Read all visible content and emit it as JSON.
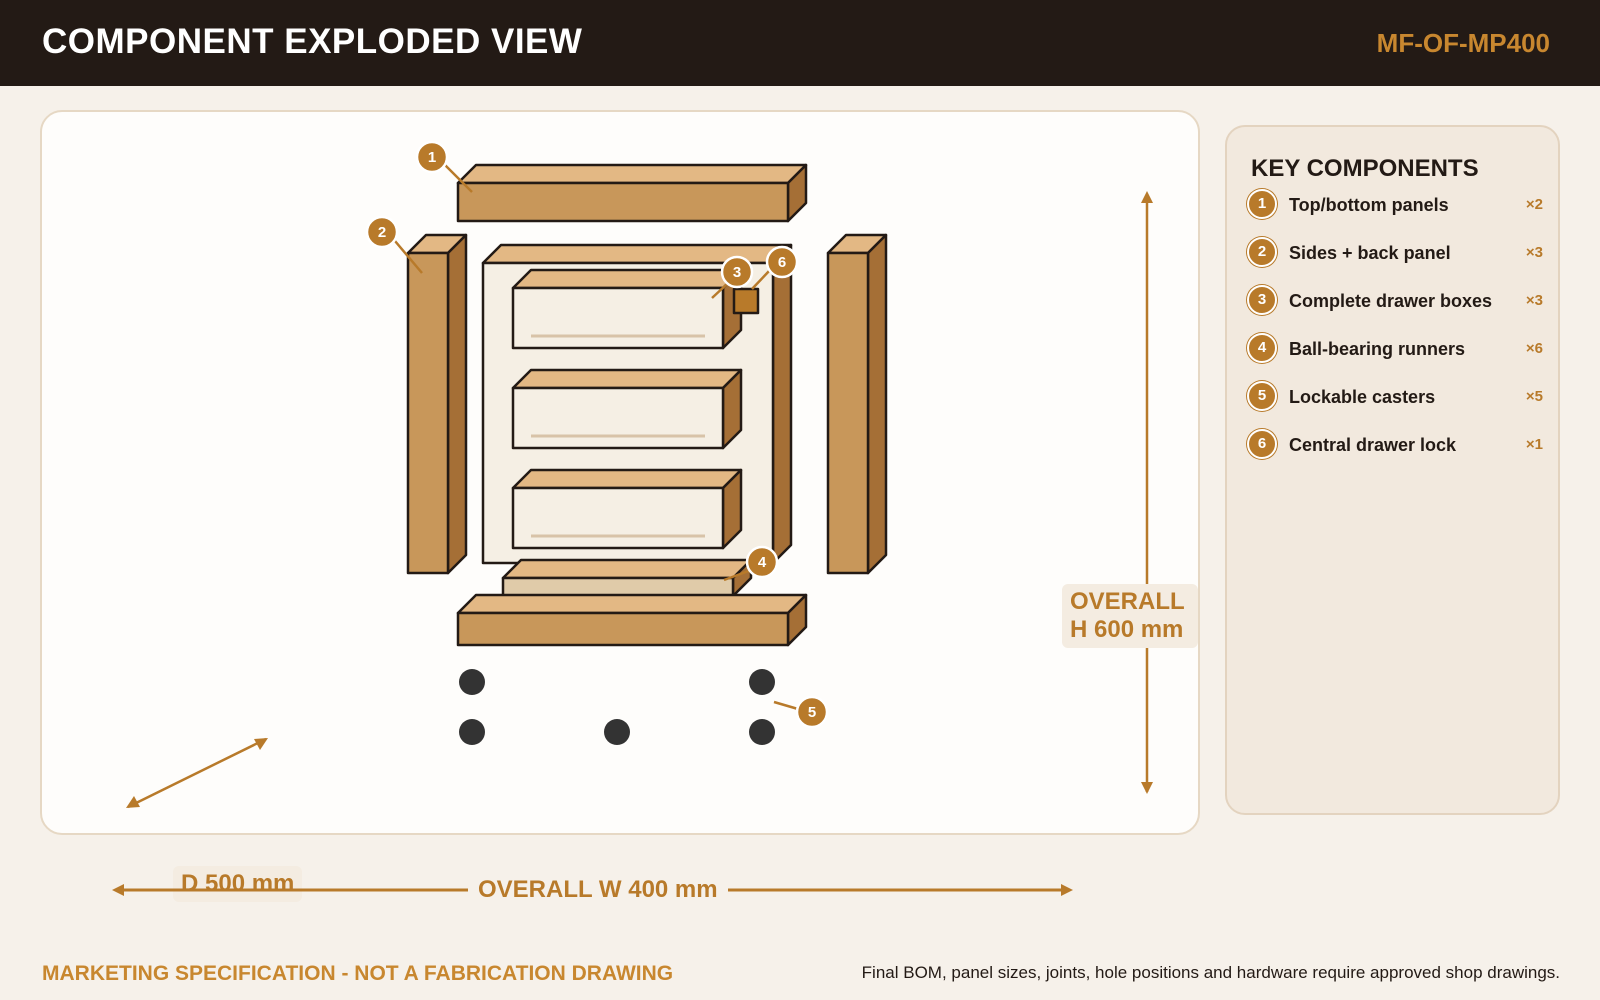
{
  "header": {
    "title": "COMPONENT EXPLODED VIEW",
    "code": "MF-OF-MP400"
  },
  "colors": {
    "header_bg": "#231a15",
    "accent": "#b87a2a",
    "wood": "#c8975a",
    "wood_dark": "#a56f36",
    "wood_light": "#e3b884",
    "caster": "#333333"
  },
  "callouts": [
    "1",
    "2",
    "3",
    "4",
    "5",
    "6"
  ],
  "dimensions": {
    "height": "OVERALL H 600 mm",
    "width": "OVERALL W 400 mm",
    "depth": "D 500 mm"
  },
  "key_components": {
    "title": "KEY COMPONENTS",
    "items": [
      {
        "num": "1",
        "label": "Top/bottom panels",
        "qty": "×2"
      },
      {
        "num": "2",
        "label": "Sides + back panel",
        "qty": "×3"
      },
      {
        "num": "3",
        "label": "Complete drawer boxes",
        "qty": "×3"
      },
      {
        "num": "4",
        "label": "Ball-bearing runners",
        "qty": "×6"
      },
      {
        "num": "5",
        "label": "Lockable casters",
        "qty": "×5"
      },
      {
        "num": "6",
        "label": "Central drawer lock",
        "qty": "×1"
      }
    ]
  },
  "footer": {
    "disclaimer": "MARKETING SPECIFICATION - NOT A FABRICATION DRAWING",
    "note": "Final BOM, panel sizes, joints, hole positions and hardware require approved shop drawings."
  }
}
